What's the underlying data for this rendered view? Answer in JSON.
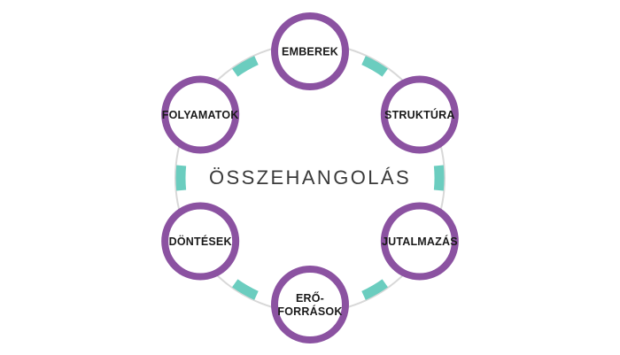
{
  "diagram": {
    "center_title": "ÖSSZEHANGOLÁS",
    "nodes": [
      {
        "id": "emberek",
        "lines": [
          "EMBEREK"
        ]
      },
      {
        "id": "struktura",
        "lines": [
          "STRUKTÚRA"
        ]
      },
      {
        "id": "jutalmazas",
        "lines": [
          "JUTALMAZÁS"
        ]
      },
      {
        "id": "eroforrasok",
        "lines": [
          "ERŐ-",
          "FORRÁSOK"
        ]
      },
      {
        "id": "dontesek",
        "lines": [
          "DÖNTÉSEK"
        ]
      },
      {
        "id": "folyamatok",
        "lines": [
          "FOLYAMATOK"
        ]
      }
    ],
    "colors": {
      "ring": "#8b52a1",
      "connector": "#6bcdbf",
      "outline": "#d8d8d8",
      "text": "#1a1a1a"
    }
  }
}
